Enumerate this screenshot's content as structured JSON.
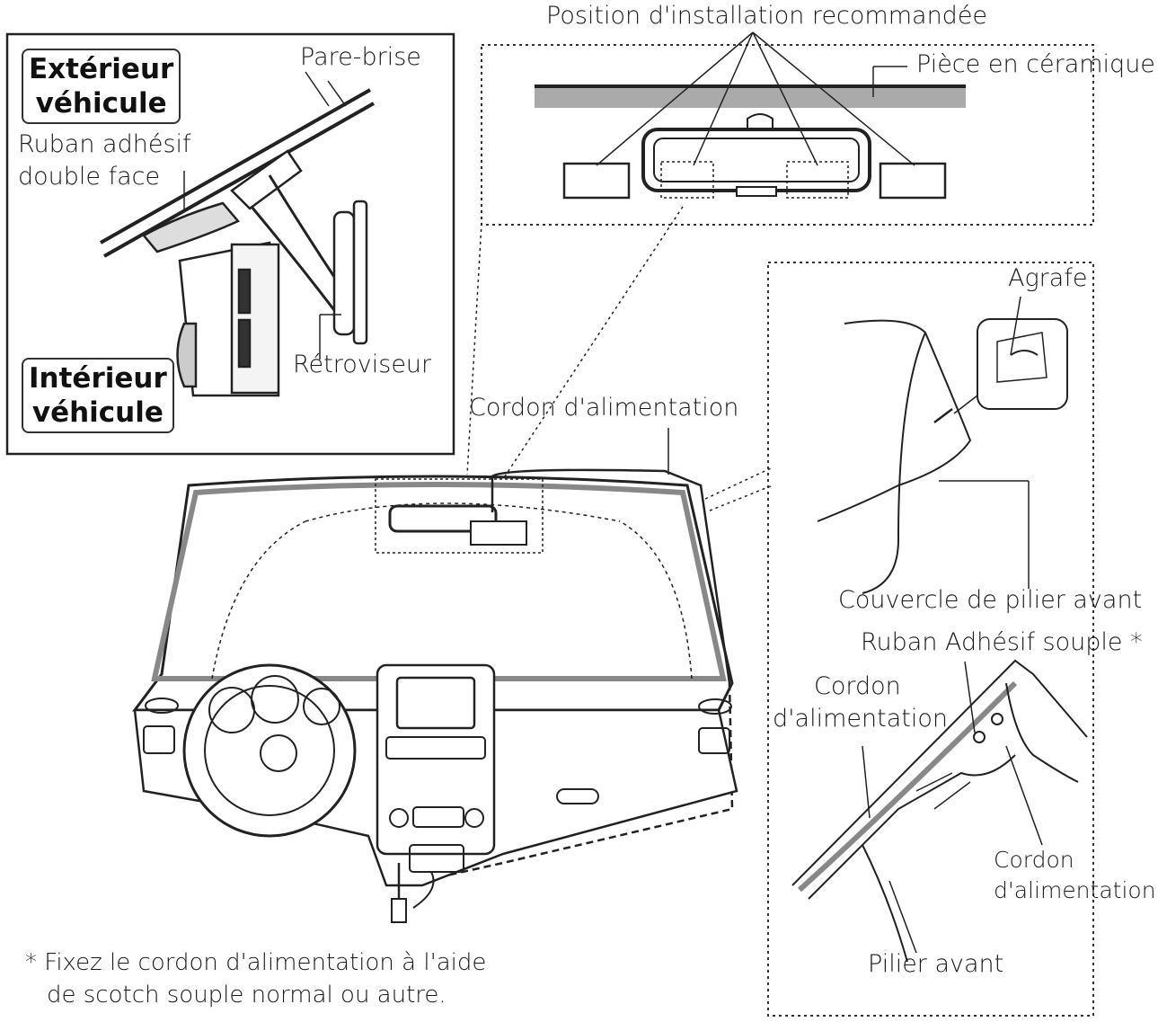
{
  "inset_top_left": {
    "exterior_label": [
      "Extérieur",
      "véhicule"
    ],
    "interior_label": [
      "Intérieur",
      "véhicule"
    ],
    "windshield": "Pare-brise",
    "tape": [
      "Ruban adhésif",
      "double face"
    ],
    "mirror": "Rétroviseur"
  },
  "inset_top_center": {
    "recommended": "Position d'installation recommandée",
    "ceramic": "Pièce en céramique"
  },
  "main_view": {
    "power_cord": "Cordon d'alimentation"
  },
  "inset_right": {
    "clip": "Agrafe",
    "pillar_cover": "Couvercle de pilier avant",
    "soft_tape": "Ruban Adhésif souple *",
    "cord_left": [
      "Cordon",
      "d'alimentation"
    ],
    "cord_right": [
      "Cordon",
      "d'alimentation"
    ],
    "pillar": "Pilier avant"
  },
  "footnote": [
    "* Fixez le cordon d'alimentation à l'aide",
    "de scotch souple normal ou autre."
  ]
}
